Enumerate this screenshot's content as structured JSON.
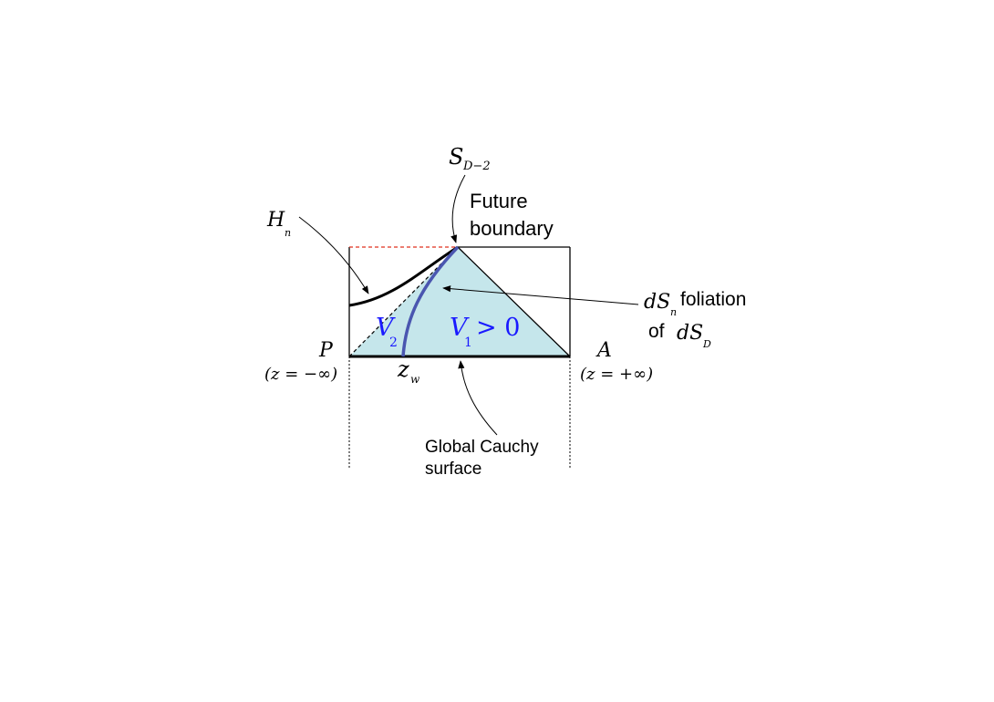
{
  "labels": {
    "s_main": "S",
    "s_sub": "D−2",
    "future_1": "Future",
    "future_2": "boundary",
    "h_main": "H",
    "h_sub": "n",
    "ds_main": "dS",
    "ds_sub": "n",
    "foliation": "foliation",
    "of": "of",
    "dsd_main": "dS",
    "dsd_sub": "D",
    "v2_main": "V",
    "v2_sub": "2",
    "v1_main": "V",
    "v1_sub": "1",
    "v1_rel": "> 0",
    "p": "P",
    "p_coord": "(z = −∞)",
    "a": "A",
    "a_coord": "(z = +∞)",
    "zw_main": "z",
    "zw_sub": "w",
    "cauchy_1": "Global Cauchy",
    "cauchy_2": "surface"
  },
  "colors": {
    "region_fill": "#c5e6eb",
    "curve_blue": "#4a56b0",
    "label_blue": "#1a1aff",
    "dashed_red": "#e0321e",
    "ink": "#000000"
  }
}
